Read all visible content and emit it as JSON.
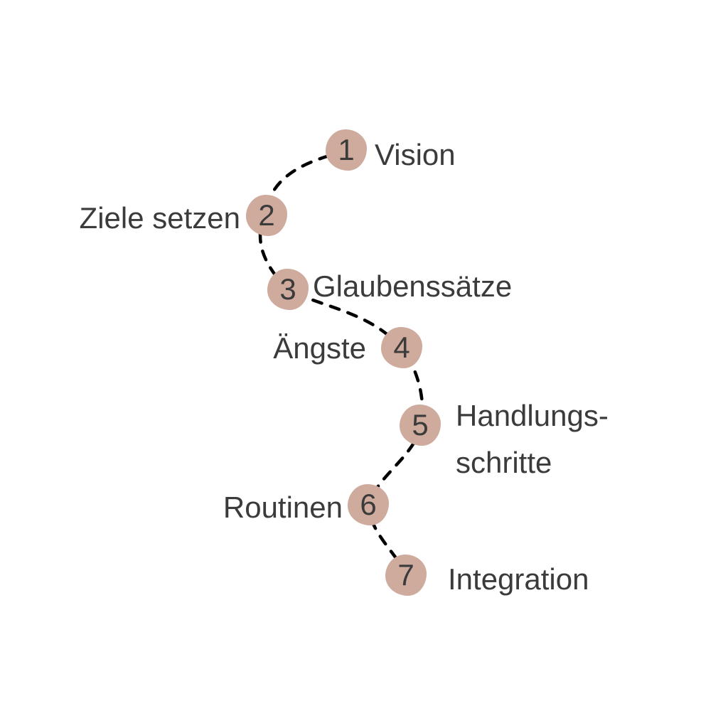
{
  "steps": [
    {
      "num": "1",
      "label": "Vision"
    },
    {
      "num": "2",
      "label": "Ziele setzen"
    },
    {
      "num": "3",
      "label": "Glaubenssätze"
    },
    {
      "num": "4",
      "label": "Ängste"
    },
    {
      "num": "5",
      "label_line1": "Handlungs-",
      "label_line2": "schritte"
    },
    {
      "num": "6",
      "label": "Routinen"
    },
    {
      "num": "7",
      "label": "Integration"
    }
  ],
  "colors": {
    "blob": "#cfab9e",
    "text": "#3b3b3b",
    "path": "#000000"
  }
}
